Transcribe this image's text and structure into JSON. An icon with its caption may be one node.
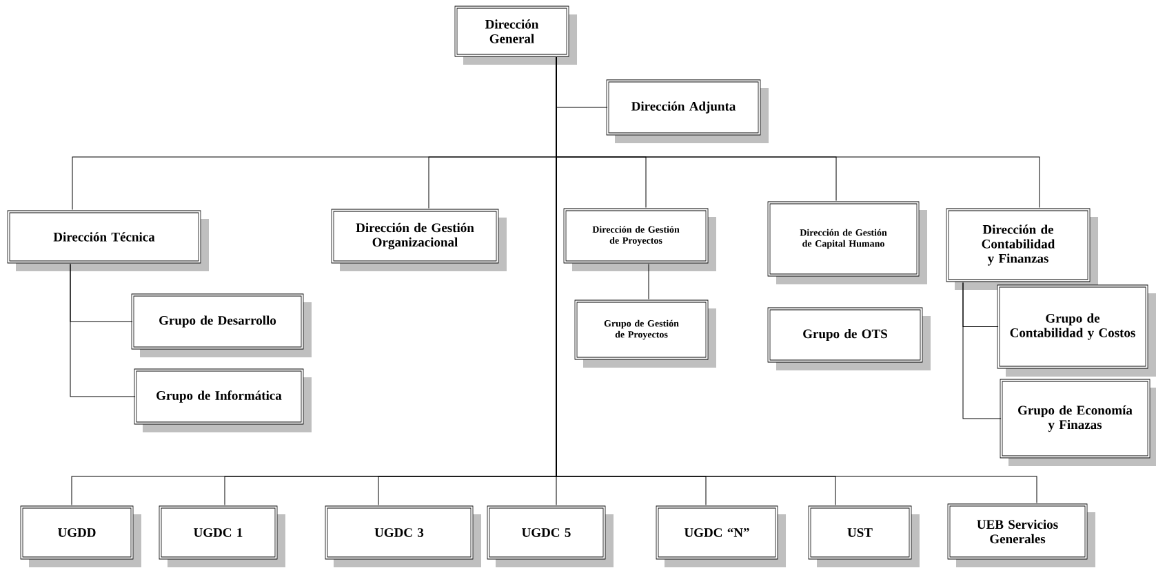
{
  "diagram": {
    "nodes": [
      {
        "text": [
          "Dirección General"
        ]
      },
      {
        "text": [
          "Dirección Adjunta"
        ]
      },
      {
        "text": [
          "Dirección Técnica"
        ]
      },
      {
        "text": [
          "Dirección de Gestión Organizacional"
        ]
      },
      {
        "text": [
          "Dirección de Gestión de Proyectos"
        ]
      },
      {
        "text": [
          "Dirección de Gestión de Capital Humano"
        ]
      },
      {
        "text": [
          "Dirección de Contabilidad y Finanzas"
        ]
      },
      {
        "text": [
          "Grupo de Desarrollo"
        ]
      },
      {
        "text": [
          "Grupo de Informática"
        ]
      },
      {
        "text": [
          "Grupo de Gestión de Proyectos"
        ]
      },
      {
        "text": [
          "Grupo de OTS"
        ]
      },
      {
        "text": [
          "Grupo de Contabilidad y Costos"
        ]
      },
      {
        "text": [
          "Grupo de Economía y Finazas"
        ]
      },
      {
        "text": [
          "UGDD"
        ]
      },
      {
        "text": [
          "UGDC 1"
        ]
      },
      {
        "text": [
          "UGDC 3"
        ]
      },
      {
        "text": [
          "UGDC 5"
        ]
      },
      {
        "text": [
          "UGDC “N”"
        ]
      },
      {
        "text": [
          "UST"
        ]
      },
      {
        "text": [
          "UEB Servicios Generales"
        ]
      }
    ],
    "edges": [
      {
        "from": 0,
        "to": 1,
        "arrow": "none"
      },
      {
        "from": 0,
        "to": 2,
        "arrow": "none"
      },
      {
        "from": 0,
        "to": 3,
        "arrow": "none"
      },
      {
        "from": 0,
        "to": 4,
        "arrow": "none"
      },
      {
        "from": 0,
        "to": 5,
        "arrow": "none"
      },
      {
        "from": 0,
        "to": 6,
        "arrow": "none"
      },
      {
        "from": 2,
        "to": 7,
        "arrow": "none"
      },
      {
        "from": 2,
        "to": 8,
        "arrow": "none"
      },
      {
        "from": 4,
        "to": 9,
        "arrow": "none"
      },
      {
        "from": 6,
        "to": 11,
        "arrow": "none"
      },
      {
        "from": 6,
        "to": 12,
        "arrow": "none"
      },
      {
        "from": 0,
        "to": 13,
        "arrow": "none"
      },
      {
        "from": 0,
        "to": 14,
        "arrow": "none"
      },
      {
        "from": 0,
        "to": 15,
        "arrow": "none"
      },
      {
        "from": 0,
        "to": 16,
        "arrow": "none"
      },
      {
        "from": 0,
        "to": 17,
        "arrow": "none"
      },
      {
        "from": 0,
        "to": 18,
        "arrow": "none"
      },
      {
        "from": 0,
        "to": 19,
        "arrow": "none"
      }
    ]
  }
}
